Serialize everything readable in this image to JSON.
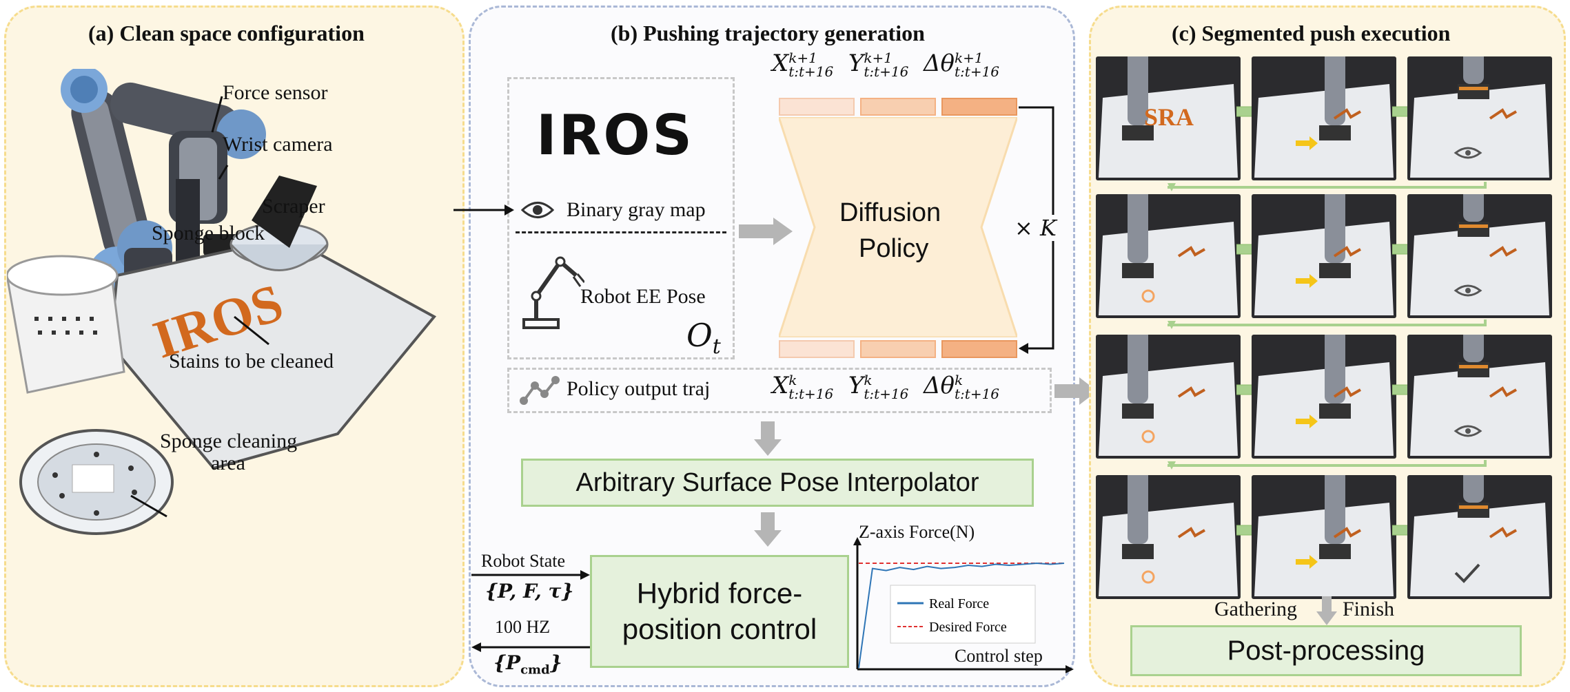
{
  "panel_a": {
    "title": "(a) Clean space configuration",
    "labels": {
      "force_sensor": "Force sensor",
      "wrist_camera": "Wrist camera",
      "scraper": "Scraper",
      "sponge_block": "Sponge block",
      "stains": "Stains to be cleaned",
      "sponge_area_line1": "Sponge cleaning",
      "sponge_area_line2": "area",
      "board_text": "IROS"
    },
    "colors": {
      "background": "#fdf6e3",
      "border": "#f6dc8c"
    }
  },
  "panel_b": {
    "title": "(b) Pushing trajectory generation",
    "observation": {
      "logo_text": "IROS",
      "binary_map_label": "Binary gray map",
      "robot_pose_label": "Robot EE Pose",
      "obs_symbol": "O",
      "obs_sub": "t"
    },
    "diffusion_label_1": "Diffusion",
    "diffusion_label_2": "Policy",
    "repeat_label": "× K",
    "top_outputs": [
      {
        "sym": "X",
        "sup": "k+1",
        "sub": "t:t+16"
      },
      {
        "sym": "Y",
        "sup": "k+1",
        "sub": "t:t+16"
      },
      {
        "sym": "Δθ",
        "sup": "k+1",
        "sub": "t:t+16"
      }
    ],
    "bottom_outputs": [
      {
        "sym": "X",
        "sup": "k",
        "sub": "t:t+16"
      },
      {
        "sym": "Y",
        "sup": "k",
        "sub": "t:t+16"
      },
      {
        "sym": "Δθ",
        "sup": "k",
        "sub": "t:t+16"
      }
    ],
    "policy_output_label": "Policy output traj",
    "interpolator_label": "Arbitrary Surface Pose Interpolator",
    "hybrid_label_1": "Hybrid force-",
    "hybrid_label_2": "position control",
    "robot_state_label": "Robot State",
    "robot_state_math": "{P, F, τ}",
    "rate_label": "100 HZ",
    "cmd_math_main": "{P",
    "cmd_math_sub": "cmd",
    "cmd_math_close": "}",
    "colors": {
      "border": "#aab8d6",
      "green_fill": "#e5f1dc",
      "green_border": "#a9d18e",
      "orange": "#f4b183"
    }
  },
  "force_chart": {
    "ylabel": "Z-axis Force(N)",
    "xlabel": "Control step",
    "legend": [
      {
        "name": "Real Force",
        "color": "#2e75b6",
        "style": "solid"
      },
      {
        "name": "Desired Force",
        "color": "#e03030",
        "style": "dashed"
      }
    ]
  },
  "chart_data": {
    "type": "line",
    "title": "",
    "xlabel": "Control step",
    "ylabel": "Z-axis Force(N)",
    "series": [
      {
        "name": "Real Force",
        "values": [
          0,
          0.95,
          0.93,
          0.96,
          0.94,
          0.97,
          0.95,
          0.96,
          0.98,
          0.97,
          0.99,
          0.98,
          0.99,
          1.0,
          0.99,
          1.0
        ]
      },
      {
        "name": "Desired Force",
        "values": [
          1.0,
          1.0,
          1.0,
          1.0,
          1.0,
          1.0,
          1.0,
          1.0,
          1.0,
          1.0,
          1.0,
          1.0,
          1.0,
          1.0,
          1.0,
          1.0
        ]
      }
    ]
  },
  "panel_c": {
    "title": "(c) Segmented push execution",
    "board_text": "SRA",
    "gathering_label": "Gathering",
    "finish_label": "Finish",
    "post_label": "Post-processing",
    "colors": {
      "background": "#fdf6e3",
      "border": "#f6dc8c",
      "arrow_green": "#a9d18e"
    }
  }
}
